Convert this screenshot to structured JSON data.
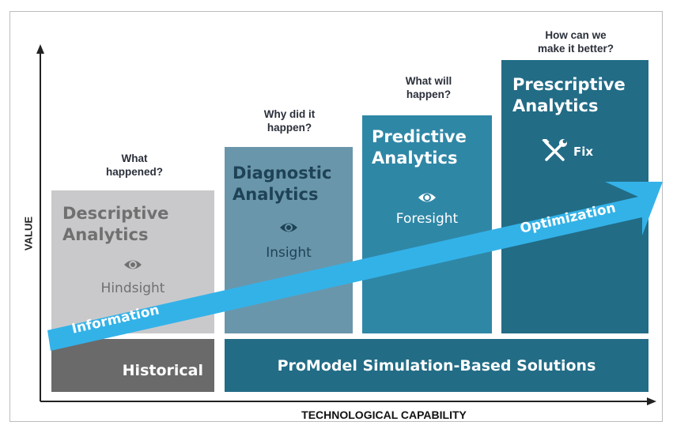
{
  "axis": {
    "y_label": "VALUE",
    "x_label": "TECHNOLOGICAL CAPABILITY"
  },
  "stages": [
    {
      "question": "What\nhappened?",
      "title": "Descriptive\nAnalytics",
      "insight_label": "Hindsight",
      "color": "#c9c9cc",
      "text_color": "#707070"
    },
    {
      "question": "Why did it\nhappen?",
      "title": "Diagnostic\nAnalytics",
      "insight_label": "Insight",
      "color": "#6a96ab",
      "text_color": "#1e4256"
    },
    {
      "question": "What will\nhappen?",
      "title": "Predictive\nAnalytics",
      "insight_label": "Foresight",
      "color": "#2f87a6",
      "text_color": "#ffffff"
    },
    {
      "question": "How can we\nmake it better?",
      "title": "Prescriptive\nAnalytics",
      "insight_label": "Fix",
      "color": "#226c86",
      "text_color": "#ffffff"
    }
  ],
  "bottom": {
    "historical_label": "Historical",
    "historical_color": "#6a6a6a",
    "solutions_label": "ProModel Simulation-Based Solutions",
    "solutions_color": "#226c86"
  },
  "arrow": {
    "start_label": "Information",
    "end_label": "Optimization",
    "color": "#33b2e8"
  },
  "icons": {
    "insight": "eye-icon",
    "fix": "wrench-screwdriver-icon"
  }
}
